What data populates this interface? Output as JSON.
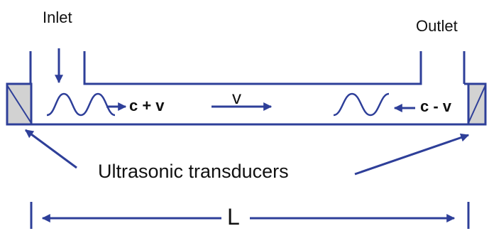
{
  "labels": {
    "inlet": "Inlet",
    "outlet": "Outlet",
    "downstream_speed": "c + v",
    "flow_velocity": "v",
    "upstream_speed": "c - v",
    "transducers": "Ultrasonic transducers",
    "length": "L"
  },
  "colors": {
    "line": "#2e3f99",
    "transducer_fill": "#d2d2d2",
    "text": "#111111"
  }
}
